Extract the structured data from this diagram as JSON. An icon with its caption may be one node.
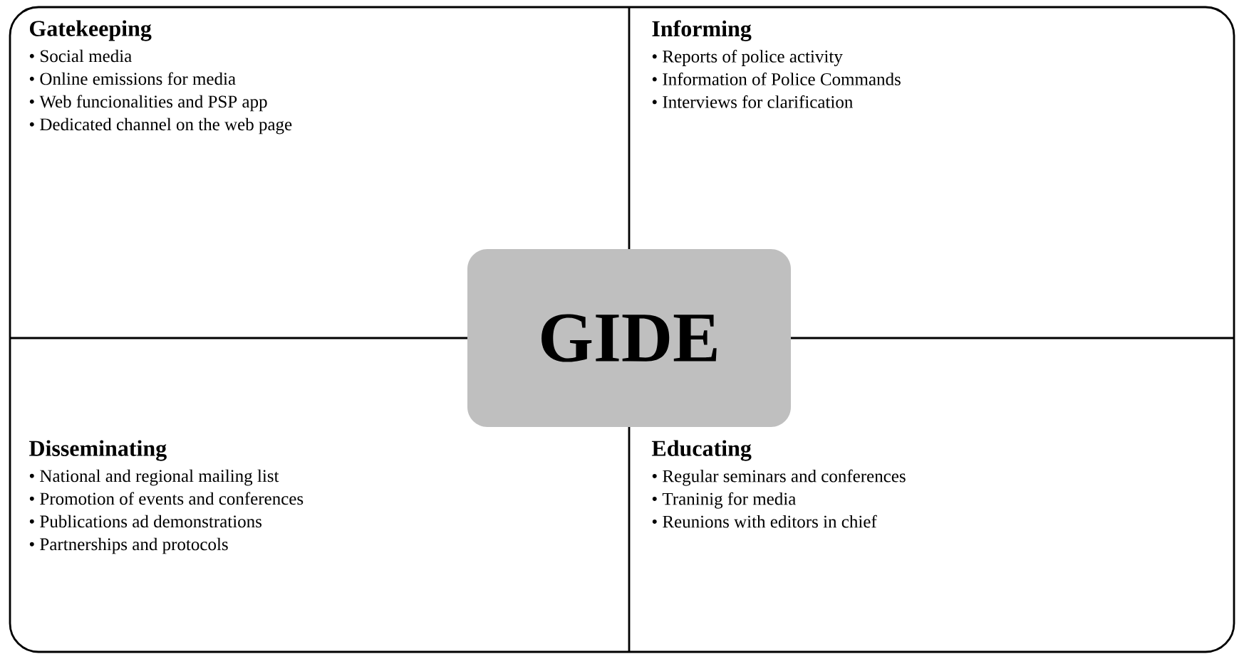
{
  "diagram": {
    "nodes": [
      {
        "text": [
          "Gatekeeping",
          "• Social media",
          "• Online emissions for media",
          "• Web funcionalities and PSP app",
          "• Dedicated channel on the web page"
        ]
      },
      {
        "text": [
          "Informing",
          "• Reports of police activity",
          "• Information of Police Commands",
          "• Interviews for clarification"
        ]
      },
      {
        "text": [
          "GIDE"
        ]
      },
      {
        "text": [
          "Disseminating",
          "• National and regional mailing list",
          "• Promotion of events and conferences",
          "• Publications ad demonstrations",
          "• Partnerships and protocols"
        ]
      },
      {
        "text": [
          "Educating",
          "• Regular seminars and conferences",
          "• Traninig for media",
          "• Reunions with editors in chief"
        ]
      }
    ]
  }
}
